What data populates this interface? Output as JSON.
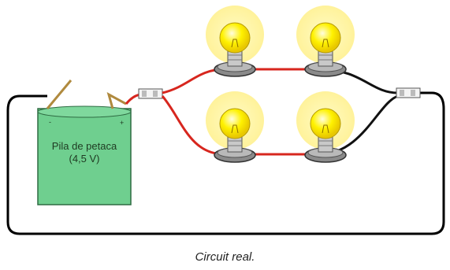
{
  "battery": {
    "line1": "Pila de petaca",
    "line2": "(4,5 V)"
  },
  "caption": "Circuit real.",
  "colors": {
    "wire_loop": "#000000",
    "wire_red": "#d7261e",
    "wire_black": "#111111",
    "battery_fill": "#6fcf8f",
    "bulb_glow": "#fff6a6",
    "bulb_glass": "#fff200"
  },
  "bulb_count": 4
}
